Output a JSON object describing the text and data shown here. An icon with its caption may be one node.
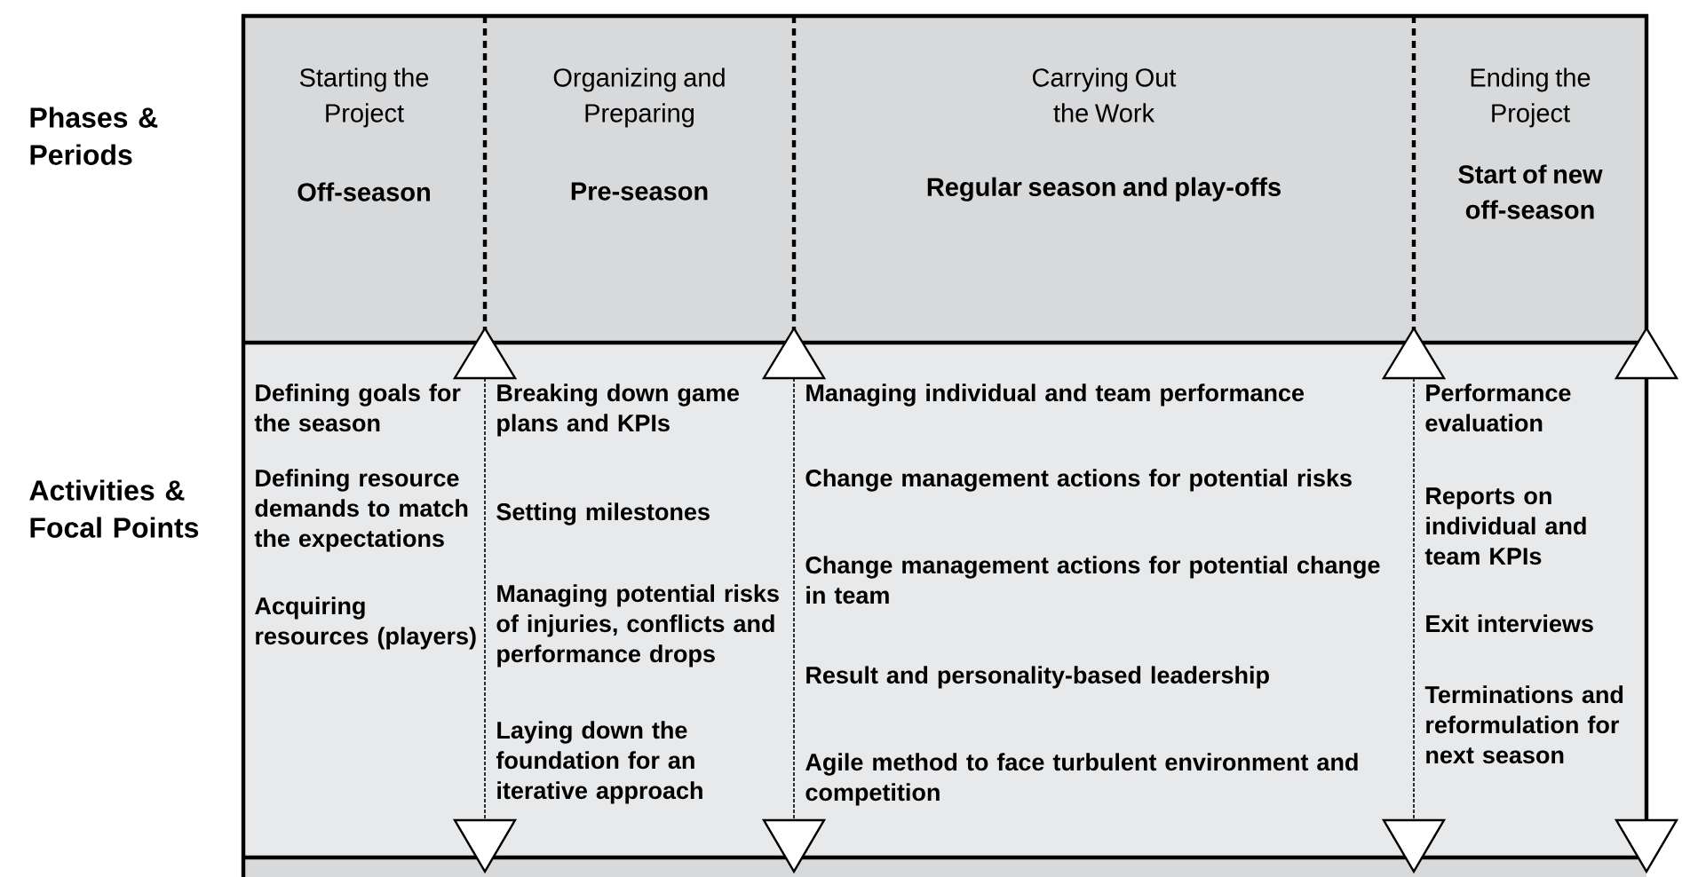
{
  "diagram": {
    "nodes": [
      {
        "text": [],
        "shape": "box"
      },
      {
        "text": [
          "Starting the Project",
          "Off-season"
        ],
        "in": 0
      },
      {
        "text": [
          "Organizing and Preparing",
          "Pre-season"
        ],
        "in": 0
      },
      {
        "text": [
          "Carrying Out the Work",
          "Regular season and play-offs"
        ],
        "in": 0
      },
      {
        "text": [
          "Ending the Project",
          "Start of new off-season"
        ],
        "in": 0
      },
      {
        "text": [],
        "shape": "box"
      },
      {
        "text": [
          "Defining goals for the season",
          "Defining resource demands to match the expectations",
          "Acquiring resources (players)"
        ],
        "in": 5
      },
      {
        "text": [
          "Breaking down game plans and KPIs",
          "Setting milestones",
          "Managing potential risks of injuries, conflicts and performance drops",
          "Laying down the foundation for an iterative approach"
        ],
        "in": 5
      },
      {
        "text": [
          "Managing individual and team performance",
          "Change management actions for potential risks",
          "Change management actions for potential change in team",
          "Result and personality-based leadership",
          "Agile method to face turbulent environment and competition"
        ],
        "in": 5
      },
      {
        "text": [
          "Performance evaluation",
          "Reports on individual and team KPIs",
          "Exit interviews",
          "Terminations and reformulation for next season"
        ],
        "in": 5
      }
    ],
    "labels": [
      "Phases & Periods",
      "Activities & Focal Points"
    ]
  }
}
